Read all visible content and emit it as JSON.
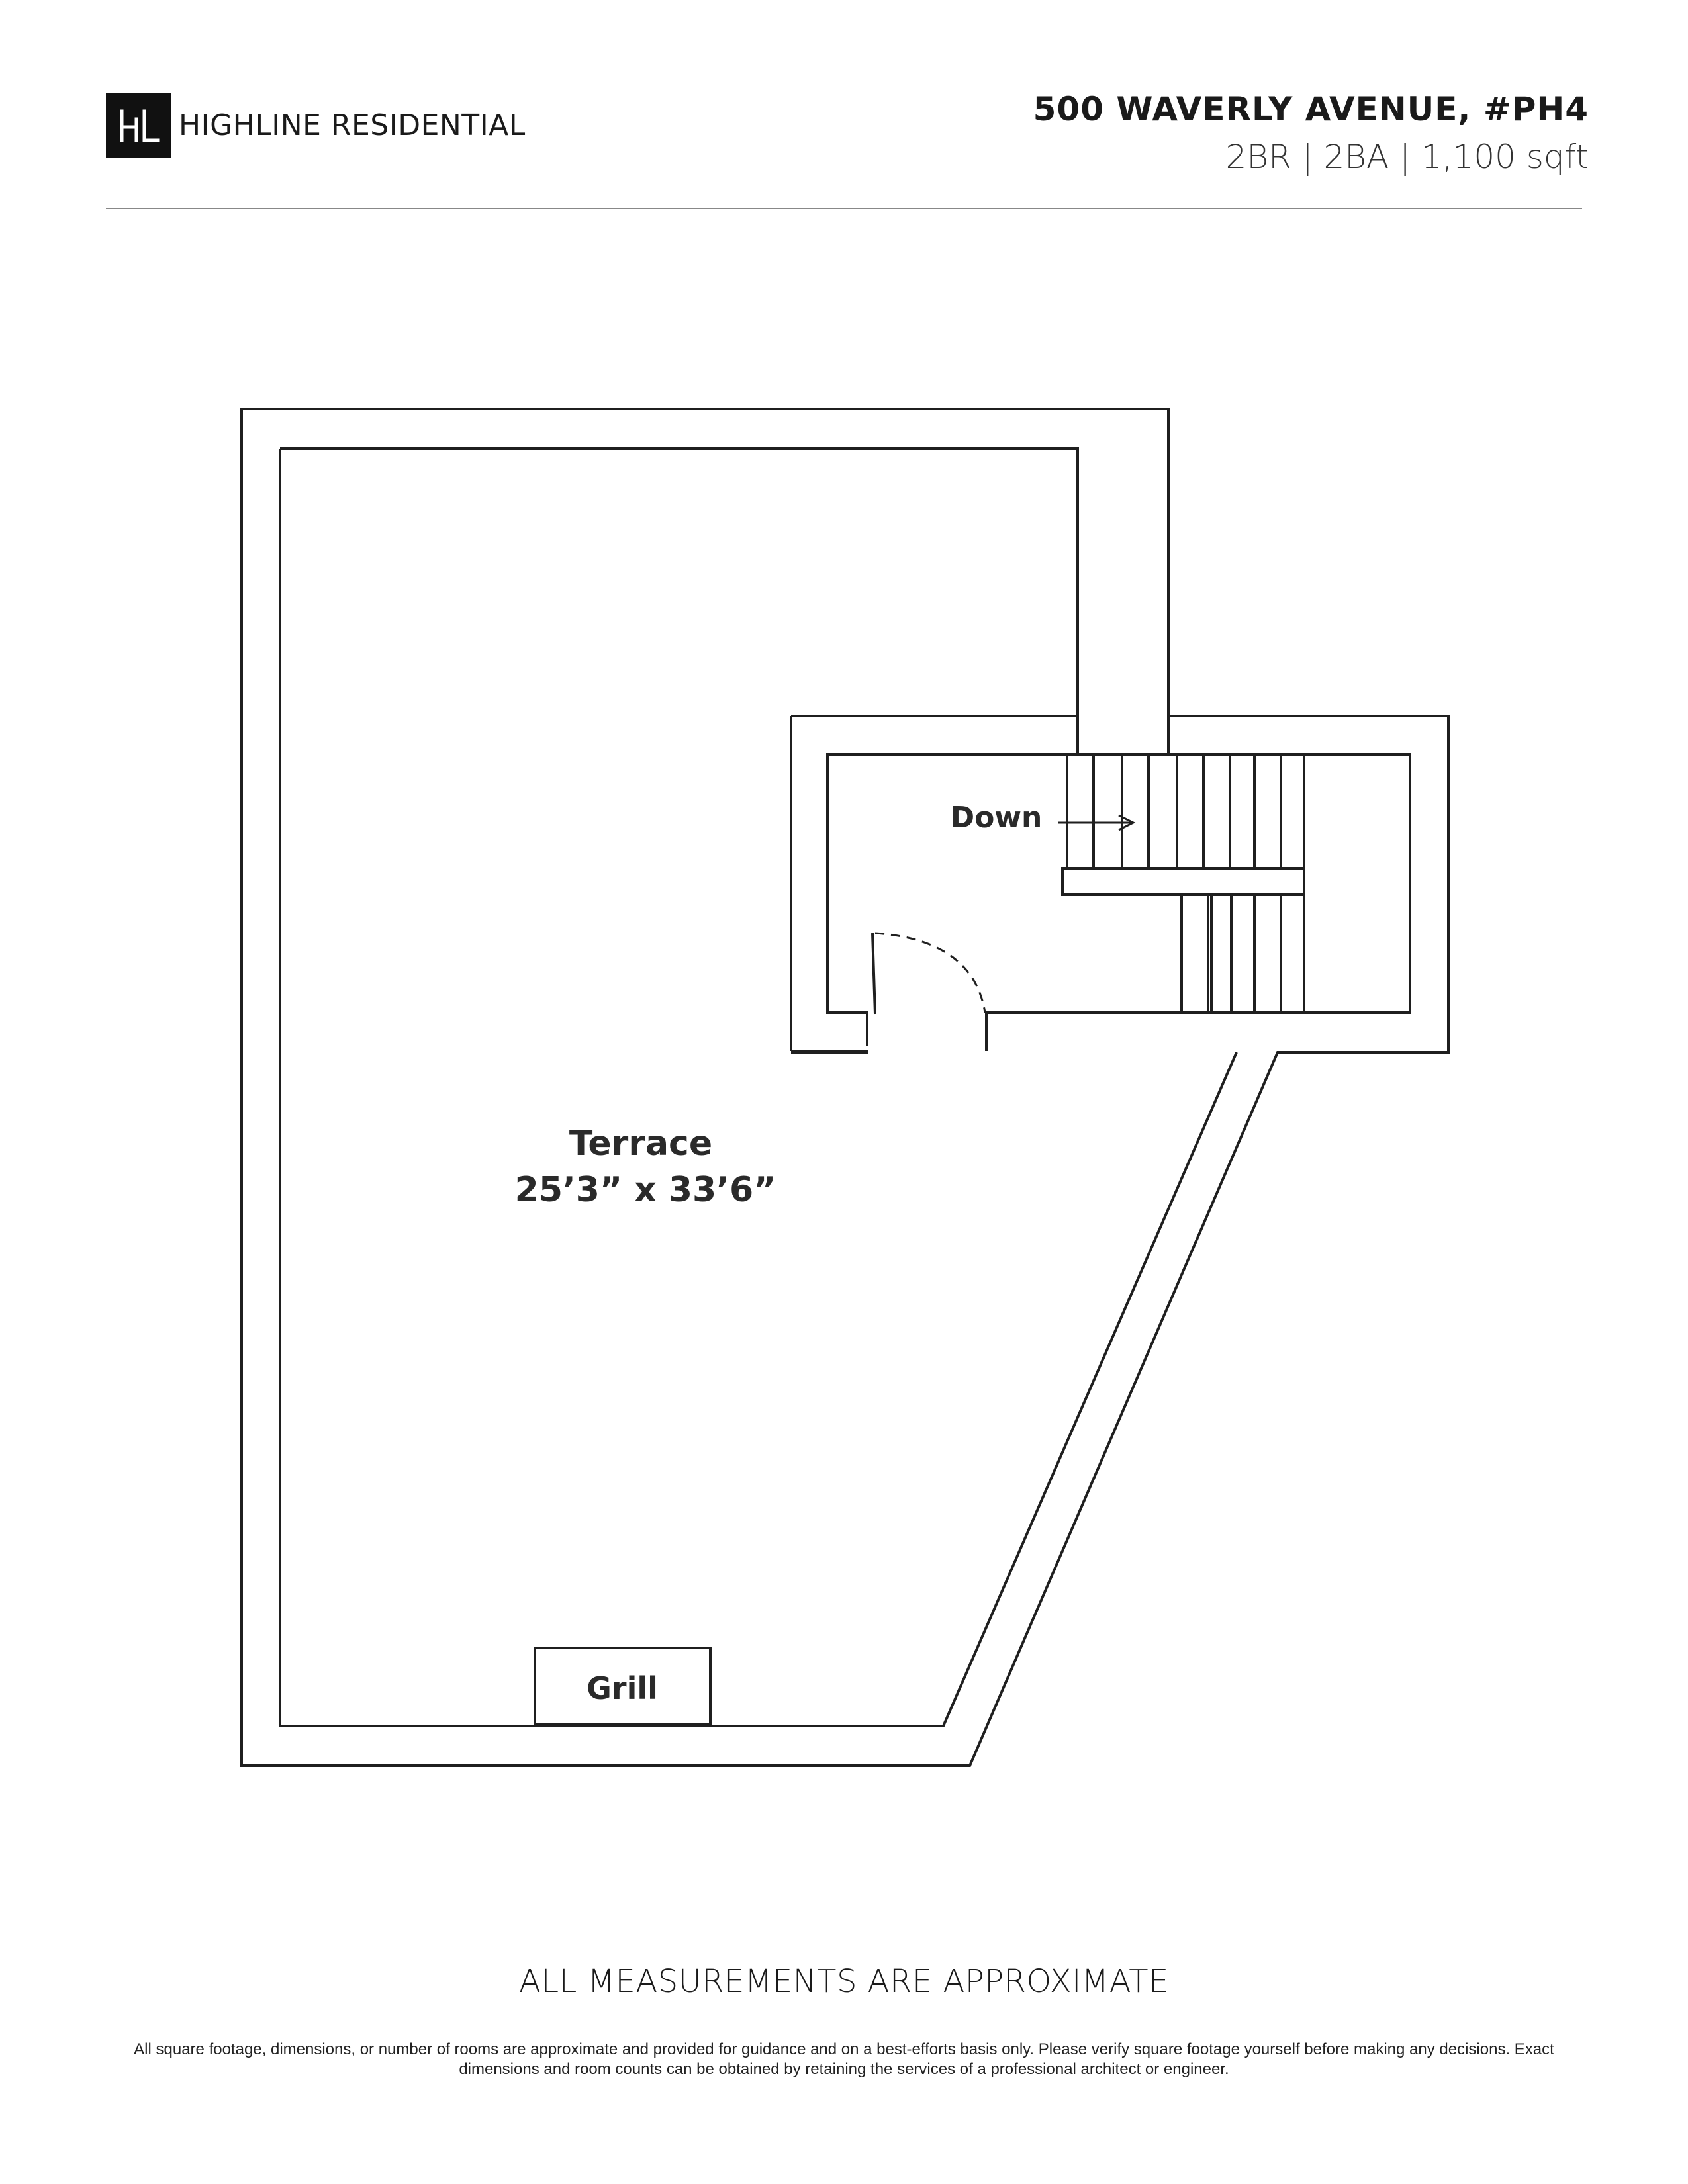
{
  "header": {
    "logo_icon": "hl-monogram-icon",
    "brand_name": "HIGHLINE RESIDENTIAL",
    "address": "500 WAVERLY AVENUE, #PH4",
    "specs": "2BR | 2BA | 1,100 sqft"
  },
  "floorplan": {
    "rooms": [
      {
        "name": "Terrace",
        "dimensions": "25’3” x 33’6”"
      }
    ],
    "labels": {
      "stairs": "Down",
      "grill": "Grill"
    }
  },
  "footer": {
    "title": "ALL MEASUREMENTS ARE APPROXIMATE",
    "disclaimer": "All square footage, dimensions, or number of rooms are approximate and provided for guidance and on a best-efforts basis only. Please verify square footage yourself before making any decisions. Exact dimensions and room counts can be obtained by retaining the services of a professional architect or engineer."
  }
}
